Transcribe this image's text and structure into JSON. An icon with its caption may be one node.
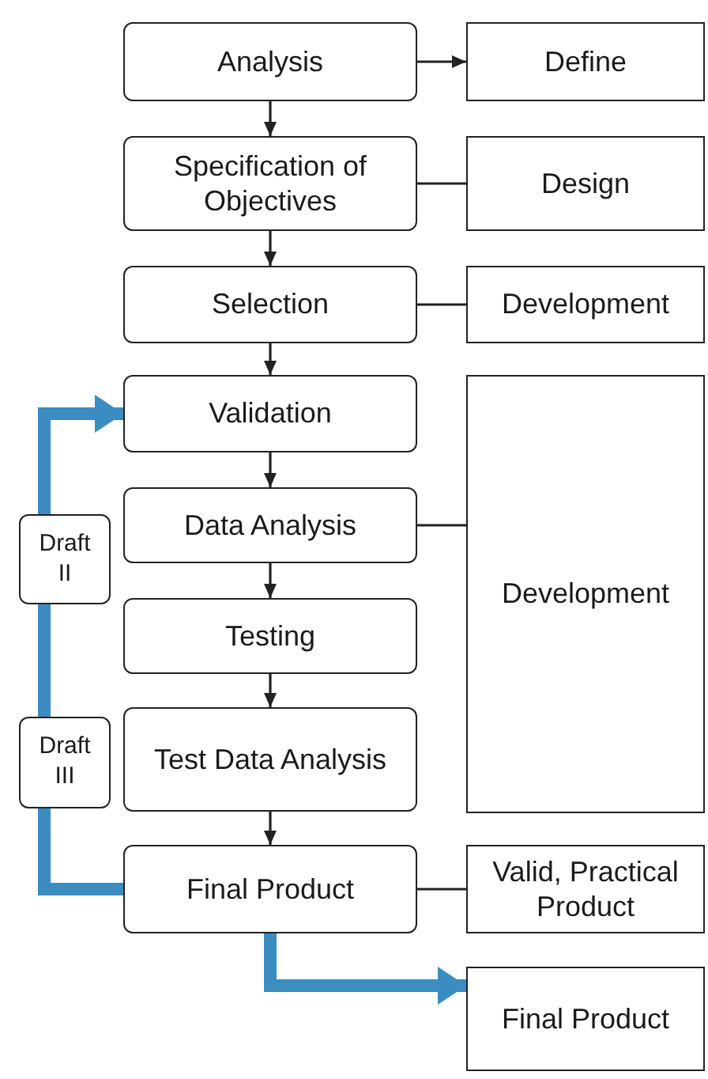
{
  "diagram": {
    "nodes": [
      {
        "text": [
          "Analysis"
        ]
      },
      {
        "text": [
          "Define"
        ]
      },
      {
        "text": [
          "Specification of Objectives"
        ]
      },
      {
        "text": [
          "Design"
        ]
      },
      {
        "text": [
          "Selection"
        ]
      },
      {
        "text": [
          "Development"
        ]
      },
      {
        "text": [
          "Validation"
        ]
      },
      {
        "text": [
          "Data Analysis"
        ]
      },
      {
        "text": [
          "Development"
        ]
      },
      {
        "text": [
          "Testing"
        ]
      },
      {
        "text": [
          "Test Data Analysis"
        ]
      },
      {
        "text": [
          "Final Product"
        ]
      },
      {
        "text": [
          "Valid, Practical Product"
        ]
      },
      {
        "text": [
          "Final Product"
        ]
      },
      {
        "text": [
          "Draft II"
        ]
      },
      {
        "text": [
          "Draft III"
        ]
      }
    ],
    "edges": [
      {
        "from": 0,
        "to": 1,
        "arrow": "to"
      },
      {
        "from": 0,
        "to": 2,
        "arrow": "to"
      },
      {
        "from": 2,
        "to": 4,
        "arrow": "to"
      },
      {
        "from": 4,
        "to": 6,
        "arrow": "to"
      },
      {
        "from": 6,
        "to": 7,
        "arrow": "to"
      },
      {
        "from": 7,
        "to": 9,
        "arrow": "to"
      },
      {
        "from": 9,
        "to": 10,
        "arrow": "to"
      },
      {
        "from": 10,
        "to": 11,
        "arrow": "to"
      },
      {
        "from": 2,
        "to": 3,
        "arrow": "none"
      },
      {
        "from": 4,
        "to": 5,
        "arrow": "none"
      },
      {
        "from": 7,
        "to": 8,
        "arrow": "none"
      },
      {
        "from": 11,
        "to": 12,
        "arrow": "none"
      },
      {
        "from": 11,
        "to": 15,
        "arrow": "none",
        "style": "thick",
        "color": "#3a8cc1"
      },
      {
        "from": 15,
        "to": 14,
        "arrow": "none",
        "style": "thick",
        "color": "#3a8cc1"
      },
      {
        "from": 14,
        "to": 6,
        "arrow": "to",
        "style": "thick",
        "color": "#3a8cc1"
      },
      {
        "from": 11,
        "to": 13,
        "arrow": "to",
        "style": "thick",
        "color": "#3a8cc1"
      }
    ]
  }
}
